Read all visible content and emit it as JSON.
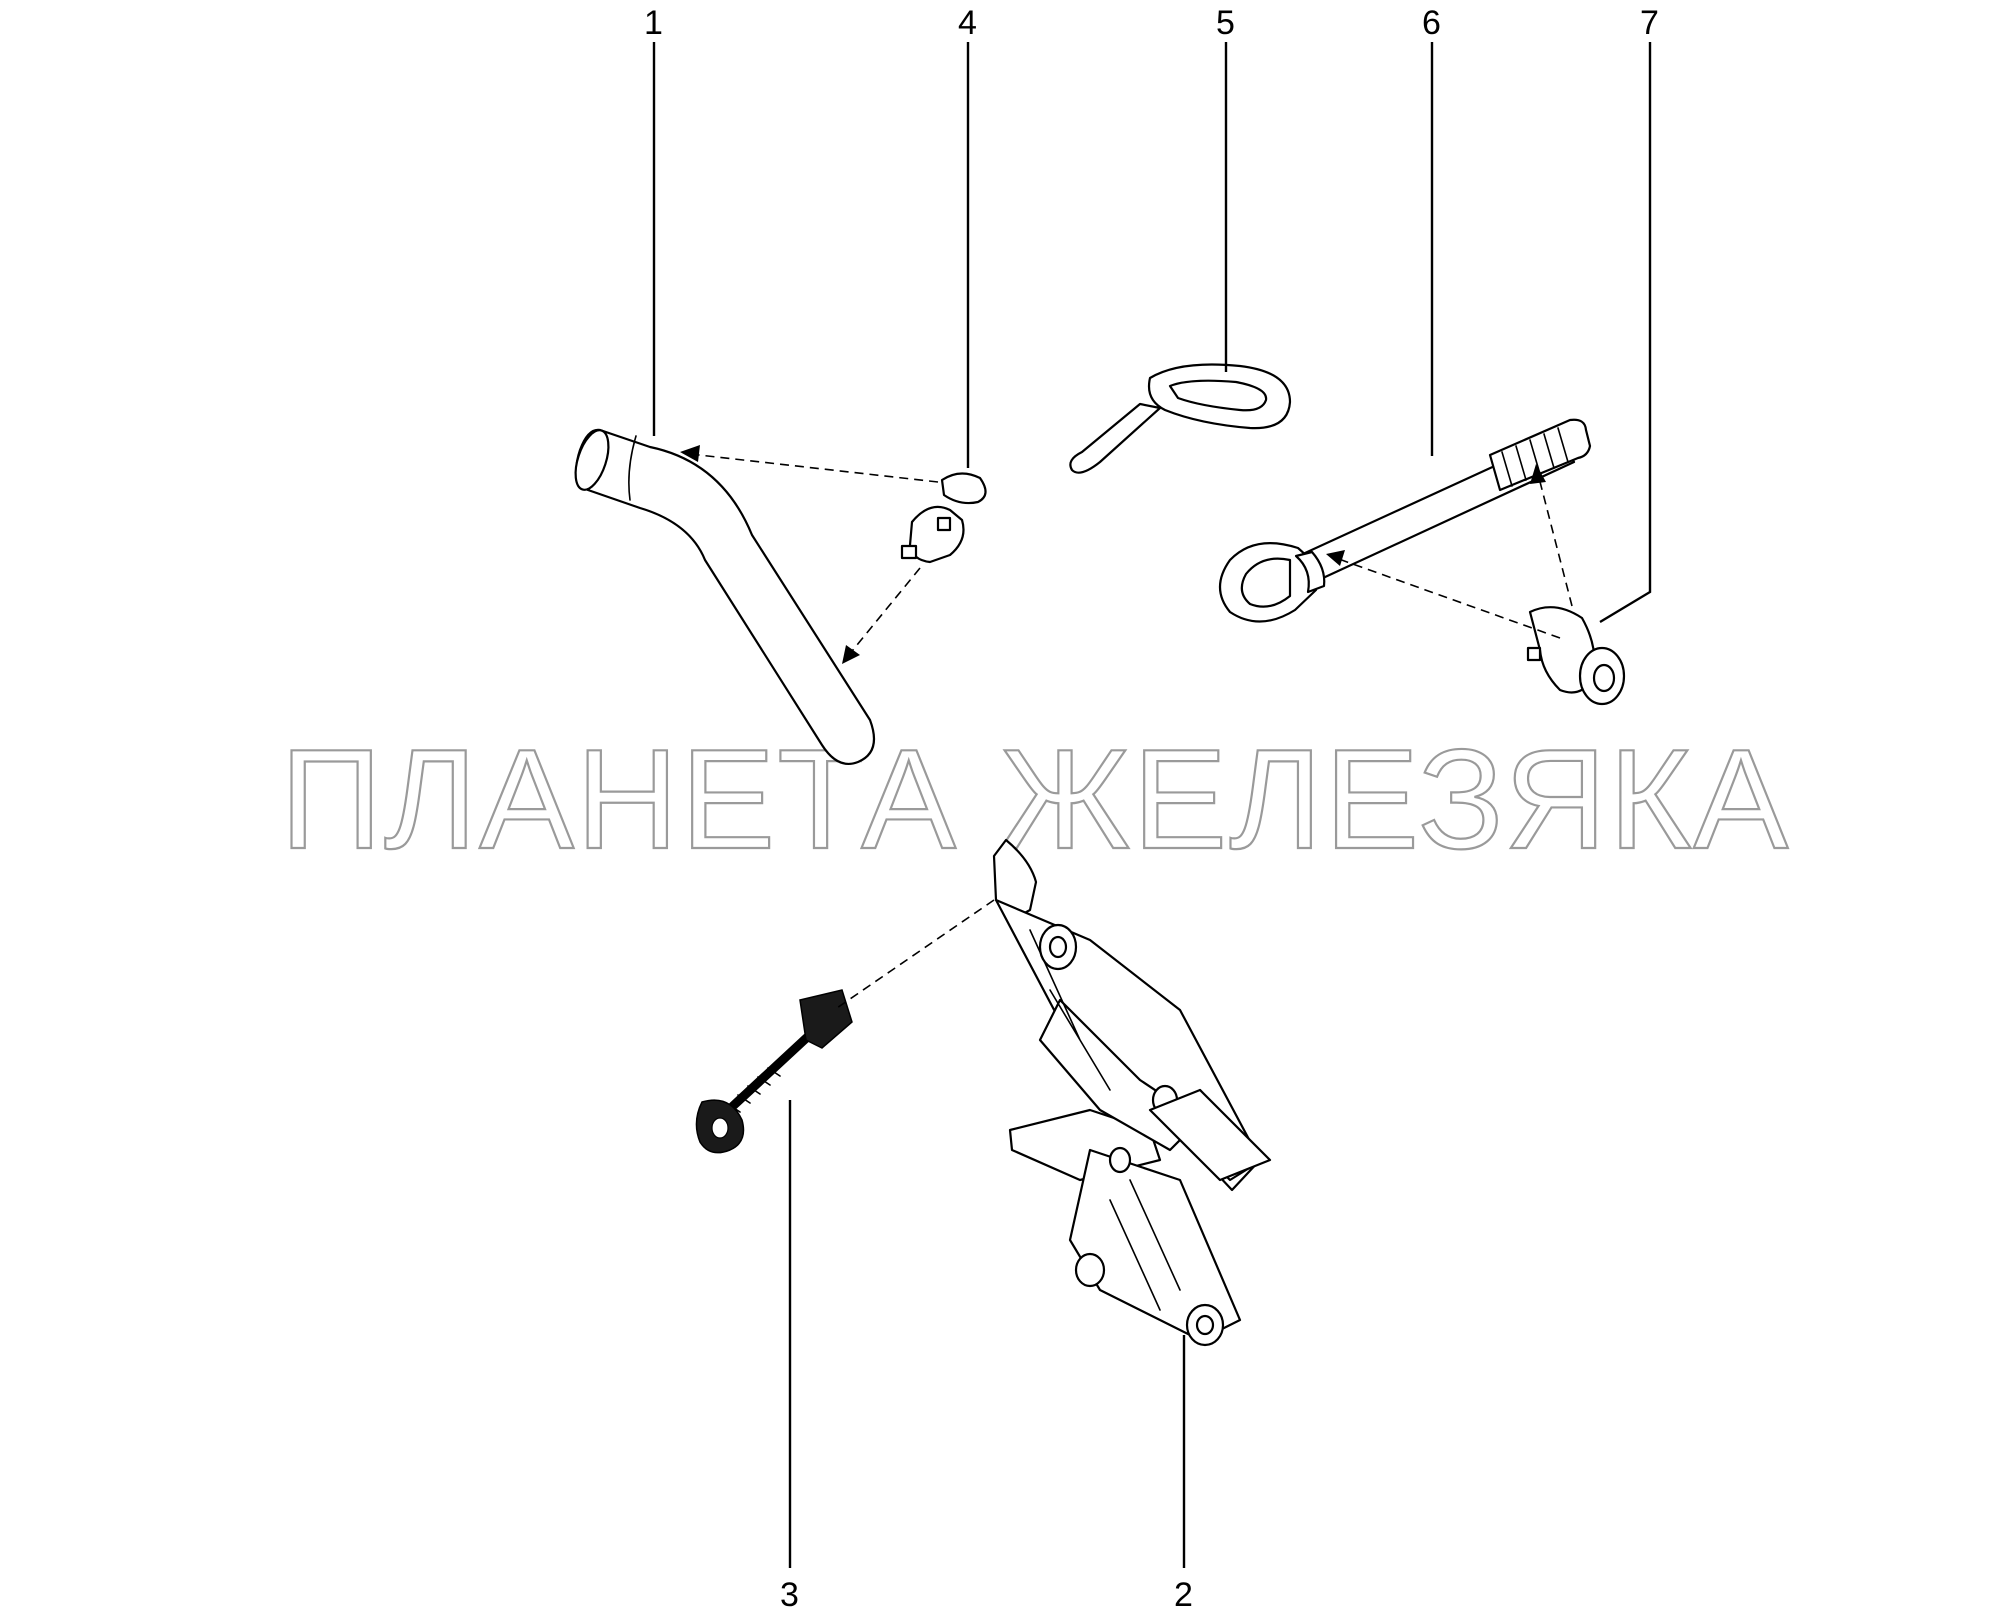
{
  "callouts": {
    "c1": "1",
    "c2": "2",
    "c3": "3",
    "c4": "4",
    "c5": "5",
    "c6": "6",
    "c7": "7"
  },
  "watermark": "ПЛАНЕТА ЖЕЛЕЗЯКА",
  "colors": {
    "line": "#000000",
    "background": "#ffffff",
    "watermark_outline": "#9a9a9a"
  }
}
